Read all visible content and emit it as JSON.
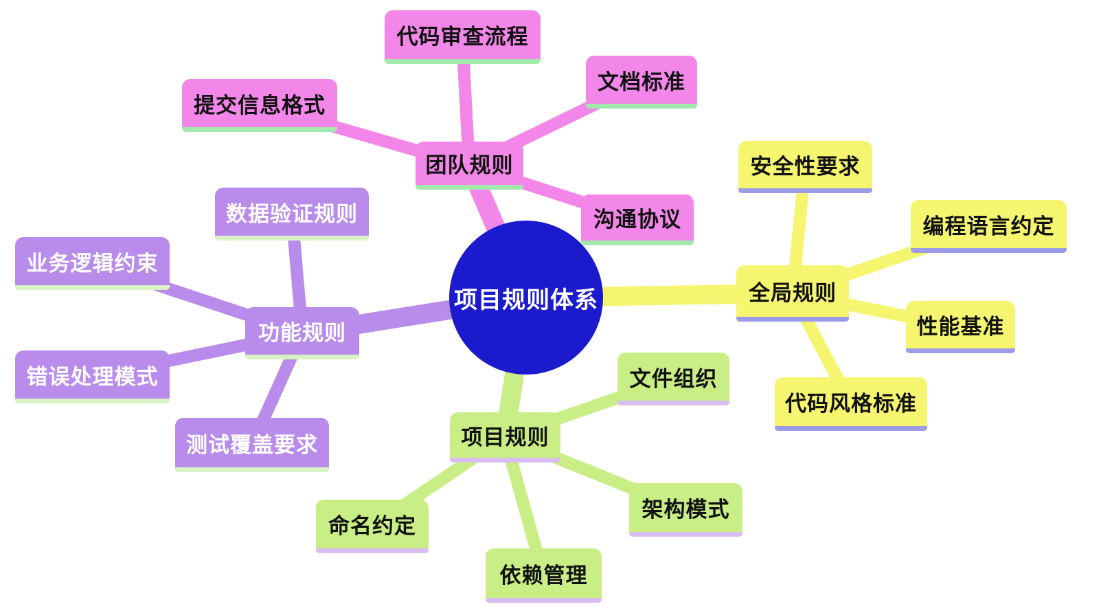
{
  "diagram": {
    "type": "mindmap",
    "background": "#ffffff"
  },
  "center": {
    "label": "项目规则体系",
    "bg": "#1b1bcd",
    "text_color": "#ffffff"
  },
  "branches": [
    {
      "label": "团队规则",
      "color": "#f287e9",
      "underline_color": "#a3e9ad",
      "text_color": "#111111",
      "children": [
        {
          "label": "代码审查流程"
        },
        {
          "label": "提交信息格式"
        },
        {
          "label": "文档标准"
        },
        {
          "label": "沟通协议"
        }
      ]
    },
    {
      "label": "全局规则",
      "color": "#f5f570",
      "underline_color": "#9b9be8",
      "text_color": "#111111",
      "children": [
        {
          "label": "安全性要求"
        },
        {
          "label": "编程语言约定"
        },
        {
          "label": "性能基准"
        },
        {
          "label": "代码风格标准"
        }
      ]
    },
    {
      "label": "功能规则",
      "color": "#b98bea",
      "underline_color": "#d9f2c3",
      "text_color": "#ffffff",
      "children": [
        {
          "label": "数据验证规则"
        },
        {
          "label": "业务逻辑约束"
        },
        {
          "label": "错误处理模式"
        },
        {
          "label": "测试覆盖要求"
        }
      ]
    },
    {
      "label": "项目规则",
      "color": "#c9ee85",
      "underline_color": "#d9bdf2",
      "text_color": "#111111",
      "children": [
        {
          "label": "文件组织"
        },
        {
          "label": "架构模式"
        },
        {
          "label": "依赖管理"
        },
        {
          "label": "命名约定"
        }
      ]
    }
  ]
}
